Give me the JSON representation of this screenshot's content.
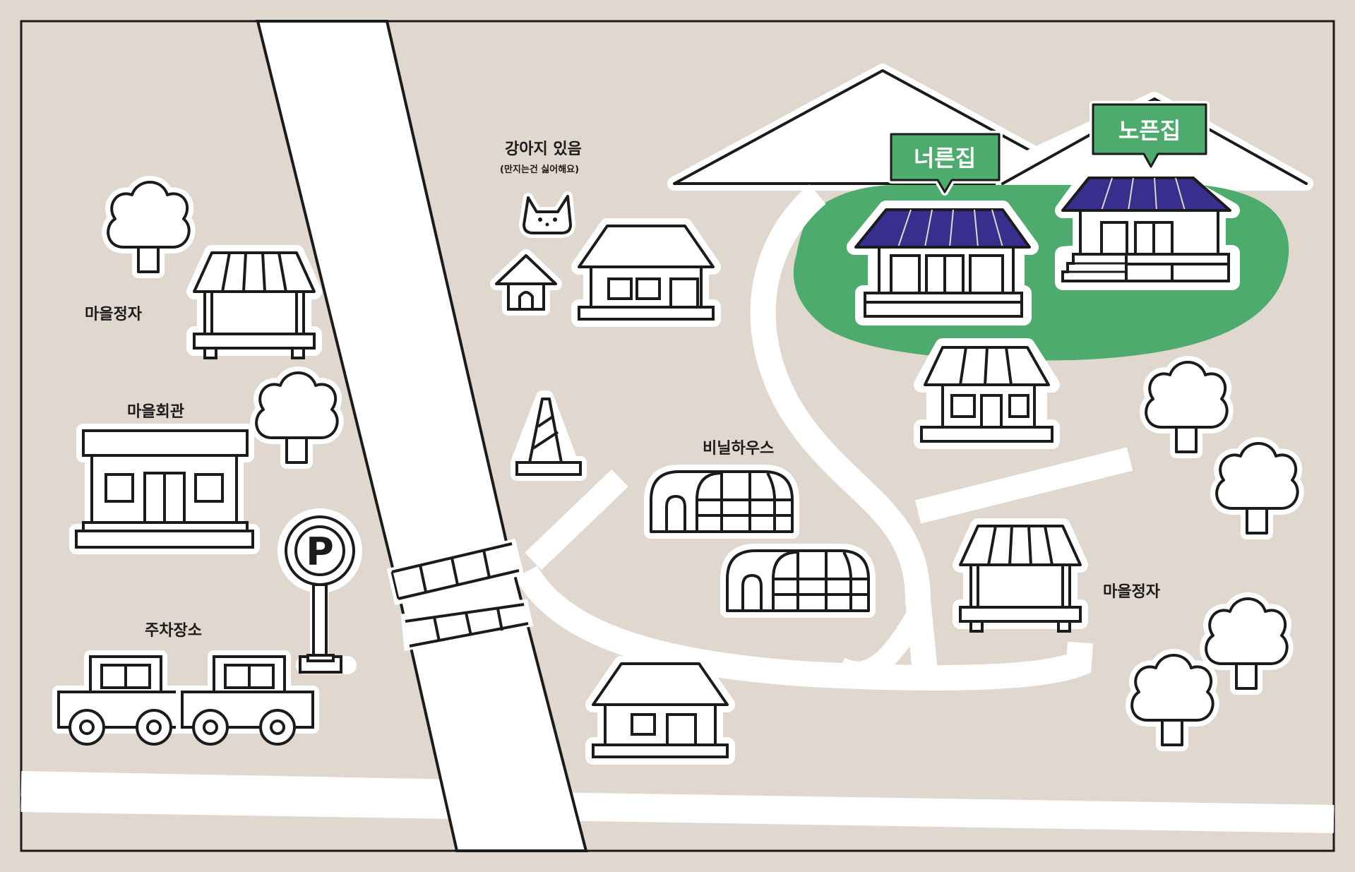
{
  "colors": {
    "background": "#e0d7ce",
    "outline": "#1b1b1b",
    "road": "#ffffff",
    "green_area": "#4dab6d",
    "roof_purple": "#372e8d",
    "sign_green": "#4dab6d"
  },
  "labels": {
    "pavilion_left": "마을정자",
    "village_hall": "마을회관",
    "parking": "주차장소",
    "dog_title": "강아지 있음",
    "dog_note": "(만지는건 싫어해요)",
    "greenhouse": "비닐하우스",
    "pavilion_right": "마을정자",
    "sign_wide_house": "너른집",
    "sign_high_house": "노픈집",
    "parking_symbol": "P"
  },
  "icons": {
    "parking_sign": "parking-sign-icon",
    "dog": "dog-face-icon",
    "traffic_cone": "traffic-cone-icon",
    "tree": "tree-icon",
    "car": "car-icon",
    "house": "house-icon",
    "pavilion": "pavilion-icon",
    "greenhouse": "greenhouse-icon",
    "mountain": "mountain-icon"
  }
}
